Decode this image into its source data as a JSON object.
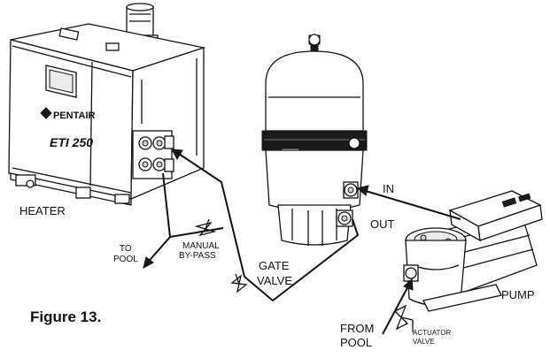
{
  "labels": {
    "heater": "HEATER",
    "brand": "PENTAIR",
    "model": "ETI 250",
    "in": "IN",
    "out": "OUT",
    "to_pool_1": "TO",
    "to_pool_2": "POOL",
    "manual_1": "MANUAL",
    "manual_2": "BY-PASS",
    "gate_1": "GATE",
    "gate_2": "VALVE",
    "pump": "PUMP",
    "from_pool_1": "FROM",
    "from_pool_2": "POOL",
    "actuator_1": "ACTUATOR",
    "actuator_2": "VALVE",
    "figure": "Figure 13."
  }
}
